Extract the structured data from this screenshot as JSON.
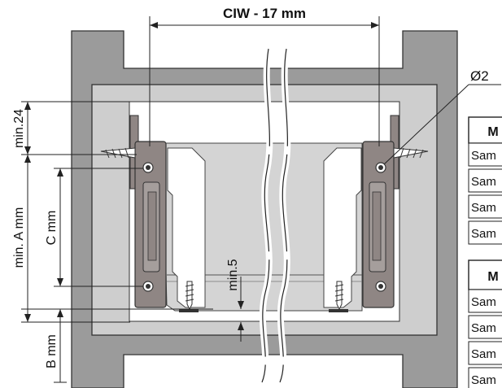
{
  "dimensions": {
    "top_width": "CIW - 17 mm",
    "hole_diameter": "Ø2",
    "left_top": "min.24",
    "left_mid": "min. A mm",
    "left_inner": "C mm",
    "left_bottom": "B mm",
    "bottom_gap": "min.5"
  },
  "tables": [
    {
      "header": "M",
      "rows": [
        "Sam",
        "Sam",
        "Sam",
        "Sam"
      ]
    },
    {
      "header": "M",
      "rows": [
        "Sam",
        "Sam",
        "Sam",
        "Sam"
      ]
    }
  ],
  "colors": {
    "wall": "#9b9b9b",
    "cabinet": "#cfcfcf",
    "drawer": "#d6d6d6",
    "runner": "#8f8684",
    "line": "#222222"
  }
}
